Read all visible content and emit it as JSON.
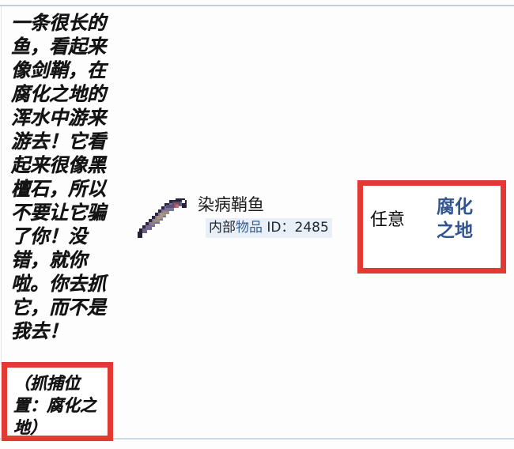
{
  "description": {
    "text": "一条很长的鱼，看起来像剑鞘，在腐化之地的浑水中游来游去！它看起来很像黑檀石，所以不要让它骗了你！没错，就你啦。你去抓它，而不是我去！"
  },
  "item": {
    "sprite_name": "ebonkoi-fish-sprite",
    "name": "染病鞘鱼",
    "id_prefix": "内部",
    "id_highlight": "物品",
    "id_suffix": " ID：2485",
    "id_full": "内部物品 ID：2485"
  },
  "annotations": {
    "right_box": {
      "any_label": "任意",
      "biome_link": "腐化之地"
    },
    "bottom_box": {
      "catch_note": "（抓捕位置：腐化之地）"
    }
  },
  "colors": {
    "annotation_red": "#e23a32",
    "link_blue": "#33558f",
    "id_highlight_bg": "#e8eff7",
    "table_rule": "#b9d2dd"
  }
}
